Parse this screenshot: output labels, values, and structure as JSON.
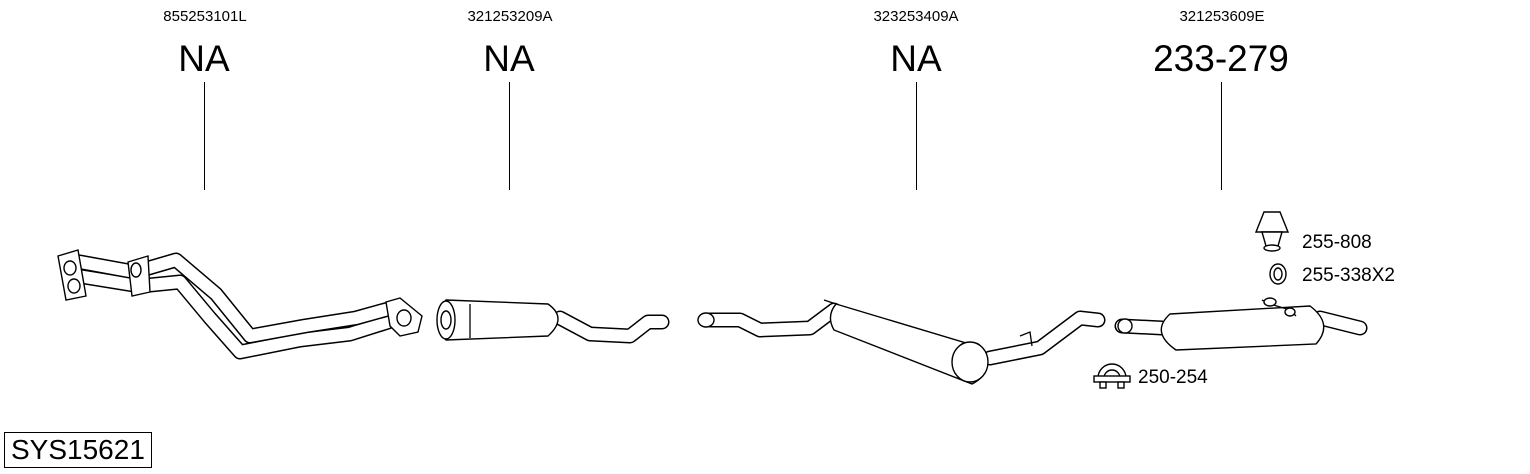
{
  "parts": [
    {
      "oem": "855253101L",
      "ref": "NA"
    },
    {
      "oem": "321253209A",
      "ref": "NA"
    },
    {
      "oem": "323253409A",
      "ref": "NA"
    },
    {
      "oem": "321253609E",
      "ref": "233-279"
    }
  ],
  "accessories": [
    {
      "label": "255-808",
      "icon": "rubber-hanger-icon"
    },
    {
      "label": "255-338X2",
      "icon": "ring-icon"
    },
    {
      "label": "250-254",
      "icon": "clamp-icon"
    }
  ],
  "system_code": "SYS15621"
}
